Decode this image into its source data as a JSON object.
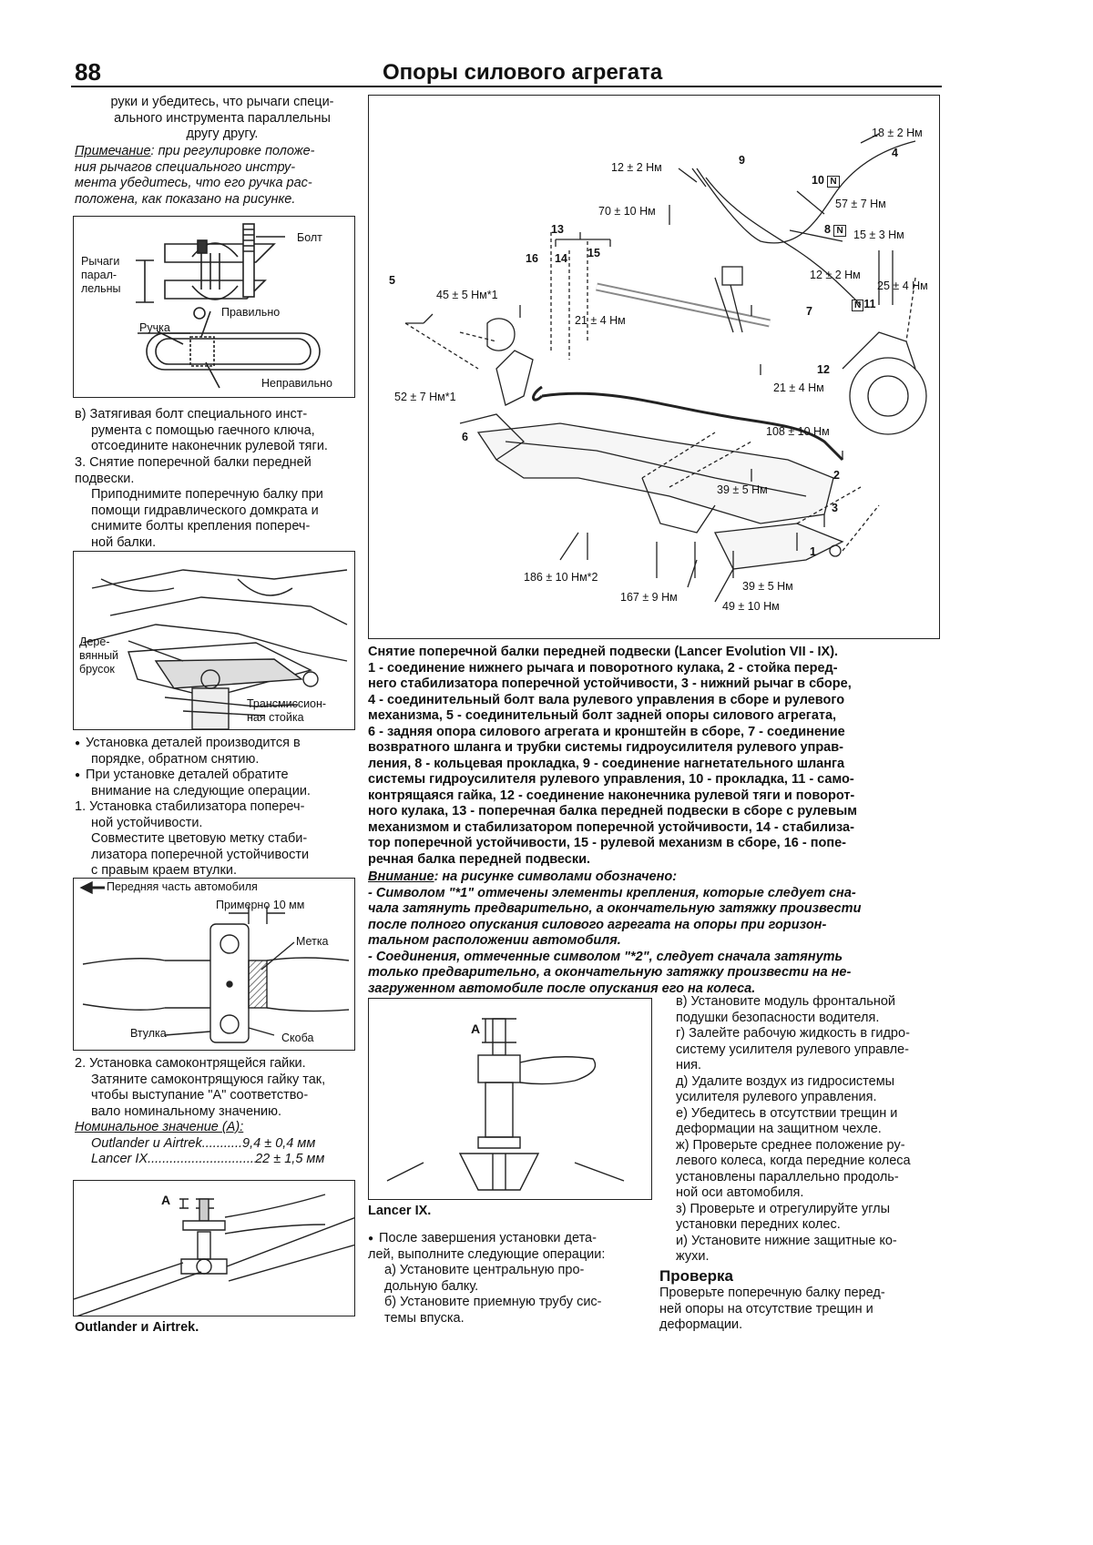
{
  "header": {
    "page_number": "88",
    "title": "Опоры силового агрегата"
  },
  "left": {
    "intro": [
      "руки и убедитесь, что рычаги специ-",
      "ального инструмента параллельны",
      "другу другу."
    ],
    "note_label": "Примечание",
    "note_text": ": при регулировке положе-",
    "note_lines": [
      "ния рычагов специального инстру-",
      "мента убедитесь, что его ручка рас-",
      "положена, как показано на рисунке."
    ],
    "fig1": {
      "bolt": "Болт",
      "levers": [
        "Рычаги",
        "парал-",
        "лельны"
      ],
      "handle": "Ручка",
      "correct": "Правильно",
      "incorrect": "Неправильно"
    },
    "step_v": [
      "в) Затягивая болт специального инст-",
      "румента с помощью гаечного ключа,",
      "отсоедините наконечник рулевой тяги."
    ],
    "step3": [
      "3. Снятие поперечной балки передней",
      "подвески."
    ],
    "step3_body": [
      "Приподнимите поперечную балку при",
      "помощи гидравлического домкрата и",
      "снимите болты крепления попереч-",
      "ной балки."
    ],
    "fig2": {
      "wood": [
        "Дере-",
        "вянный",
        "брусок"
      ],
      "stand": [
        "Трансмиссион-",
        "ная стойка"
      ]
    },
    "bullet1": [
      "Установка деталей производится в",
      "порядке, обратном снятию."
    ],
    "bullet2": [
      "При установке деталей обратите",
      "внимание на следующие операции."
    ],
    "step1": [
      "1. Установка стабилизатора попереч-",
      "ной устойчивости."
    ],
    "step1_body": [
      "Совместите цветовую метку стаби-",
      "лизатора поперечной устойчивости",
      "с правым краем втулки."
    ],
    "fig3": {
      "front": "Передняя часть автомобиля",
      "approx": "Примерно 10 мм",
      "mark": "Метка",
      "bushing": "Втулка",
      "bracket": "Скоба"
    },
    "step2": [
      "2. Установка самоконтрящейся гайки."
    ],
    "step2_body": [
      "Затяните самоконтрящуюся гайку так,",
      "чтобы выступание \"А\" соответство-",
      "вало номинальному значению."
    ],
    "nominal_label": "Номинальное значение (А):",
    "nominal_rows": [
      {
        "name": "Outlander и Airtrek",
        "dots": "...........",
        "value": "9,4 ± 0,4 мм"
      },
      {
        "name": "Lancer IX",
        "dots": "...............................",
        "value": "22 ± 1,5 мм"
      }
    ],
    "fig4": {
      "a": "A"
    },
    "fig4_caption": "Outlander и Airtrek."
  },
  "diagram": {
    "labels": {
      "t18": "18 ± 2 Нм",
      "n4": "4",
      "n9": "9",
      "t12a": "12 ± 2 Нм",
      "n10": "10",
      "t57": "57 ± 7 Нм",
      "t70": "70 ± 10 Нм",
      "n8": "8",
      "t15": "15 ± 3 Нм",
      "n13": "13",
      "n16": "16",
      "n14": "14",
      "n15": "15",
      "t12b": "12 ± 2 Нм",
      "n5": "5",
      "t25": "25 ± 4 Нм",
      "n11": "11",
      "t45": "45 ± 5 Нм*1",
      "n7": "7",
      "t21a": "21 ± 4 Нм",
      "n12": "12",
      "t21b": "21 ± 4 Нм",
      "t52": "52 ± 7 Нм*1",
      "n6": "6",
      "t108": "108 ± 10 Нм",
      "n2": "2",
      "t39a": "39 ± 5 Нм",
      "n3": "3",
      "n1": "1",
      "t186": "186 ± 10 Нм*2",
      "t39b": "39 ± 5 Нм",
      "t167": "167 ± 9 Нм",
      "t49": "49 ± 10 Нм",
      "N": "N"
    }
  },
  "caption": {
    "lines": [
      "Снятие поперечной балки передней подвески (Lancer Evolution VII - IX).",
      "1 - соединение нижнего рычага и поворотного кулака, 2 - стойка перед-",
      "него стабилизатора поперечной устойчивости, 3 - нижний рычаг в сборе,",
      "4 - соединительный болт вала рулевого управления в сборе и рулевого",
      "механизма, 5 - соединительный болт задней опоры силового агрегата,",
      "6 - задняя опора силового агрегата и кронштейн в сборе, 7 - соединение",
      "возвратного шланга и трубки системы гидроусилителя рулевого управ-",
      "ления, 8 - кольцевая прокладка, 9 - соединение нагнетательного шланга",
      "системы гидроусилителя рулевого управления, 10 - прокладка, 11 - само-",
      "контрящаяся гайка, 12 - соединение наконечника рулевой тяги и поворот-",
      "ного кулака, 13 - поперечная балка передней подвески в сборе с рулевым",
      "механизмом и стабилизатором поперечной устойчивости, 14 - стабилиза-",
      "тор поперечной устойчивости, 15 - рулевой механизм в сборе, 16 - попе-",
      "речная балка передней подвески."
    ],
    "attention_label": "Внимание",
    "attention_text": ": на рисунке символами обозначено:",
    "attention_lines": [
      "- Символом \"*1\" отмечены элементы крепления, которые следует сна-",
      "чала затянуть предварительно, а окончательную затяжку произвести",
      "после полного опускания силового агрегата на опоры при горизон-",
      "тальном расположении автомобиля.",
      "- Соединения, отмеченные символом \"*2\", следует сначала затянуть",
      "только предварительно, а окончательную затяжку произвести на не-",
      "загруженном автомобиле после опускания его на колеса."
    ]
  },
  "mid": {
    "fig5": {
      "a": "A"
    },
    "fig5_caption": "Lancer IX.",
    "bullet3": [
      "После завершения установки дета-",
      "лей, выполните следующие операции:"
    ],
    "ops": [
      "а) Установите центральную про-",
      "дольную балку.",
      "б) Установите приемную трубу сис-",
      "темы впуска."
    ]
  },
  "right": {
    "ops": [
      "в) Установите модуль фронтальной",
      "подушки безопасности водителя.",
      "г) Залейте рабочую жидкость в гидро-",
      "систему усилителя рулевого управле-",
      "ния.",
      "д) Удалите воздух из гидросистемы",
      "усилителя рулевого управления.",
      "е) Убедитесь в отсутствии трещин и",
      "деформации на защитном чехле.",
      "ж) Проверьте среднее положение ру-",
      "левого колеса, когда передние колеса",
      "установлены параллельно продоль-",
      "ной оси автомобиля.",
      "з) Проверьте и отрегулируйте углы",
      "установки передних колес.",
      "и) Установите нижние защитные ко-",
      "жухи."
    ],
    "check_heading": "Проверка",
    "check_text": [
      "Проверьте поперечную балку перед-",
      "ней опоры на отсутствие трещин и",
      "деформации."
    ]
  }
}
